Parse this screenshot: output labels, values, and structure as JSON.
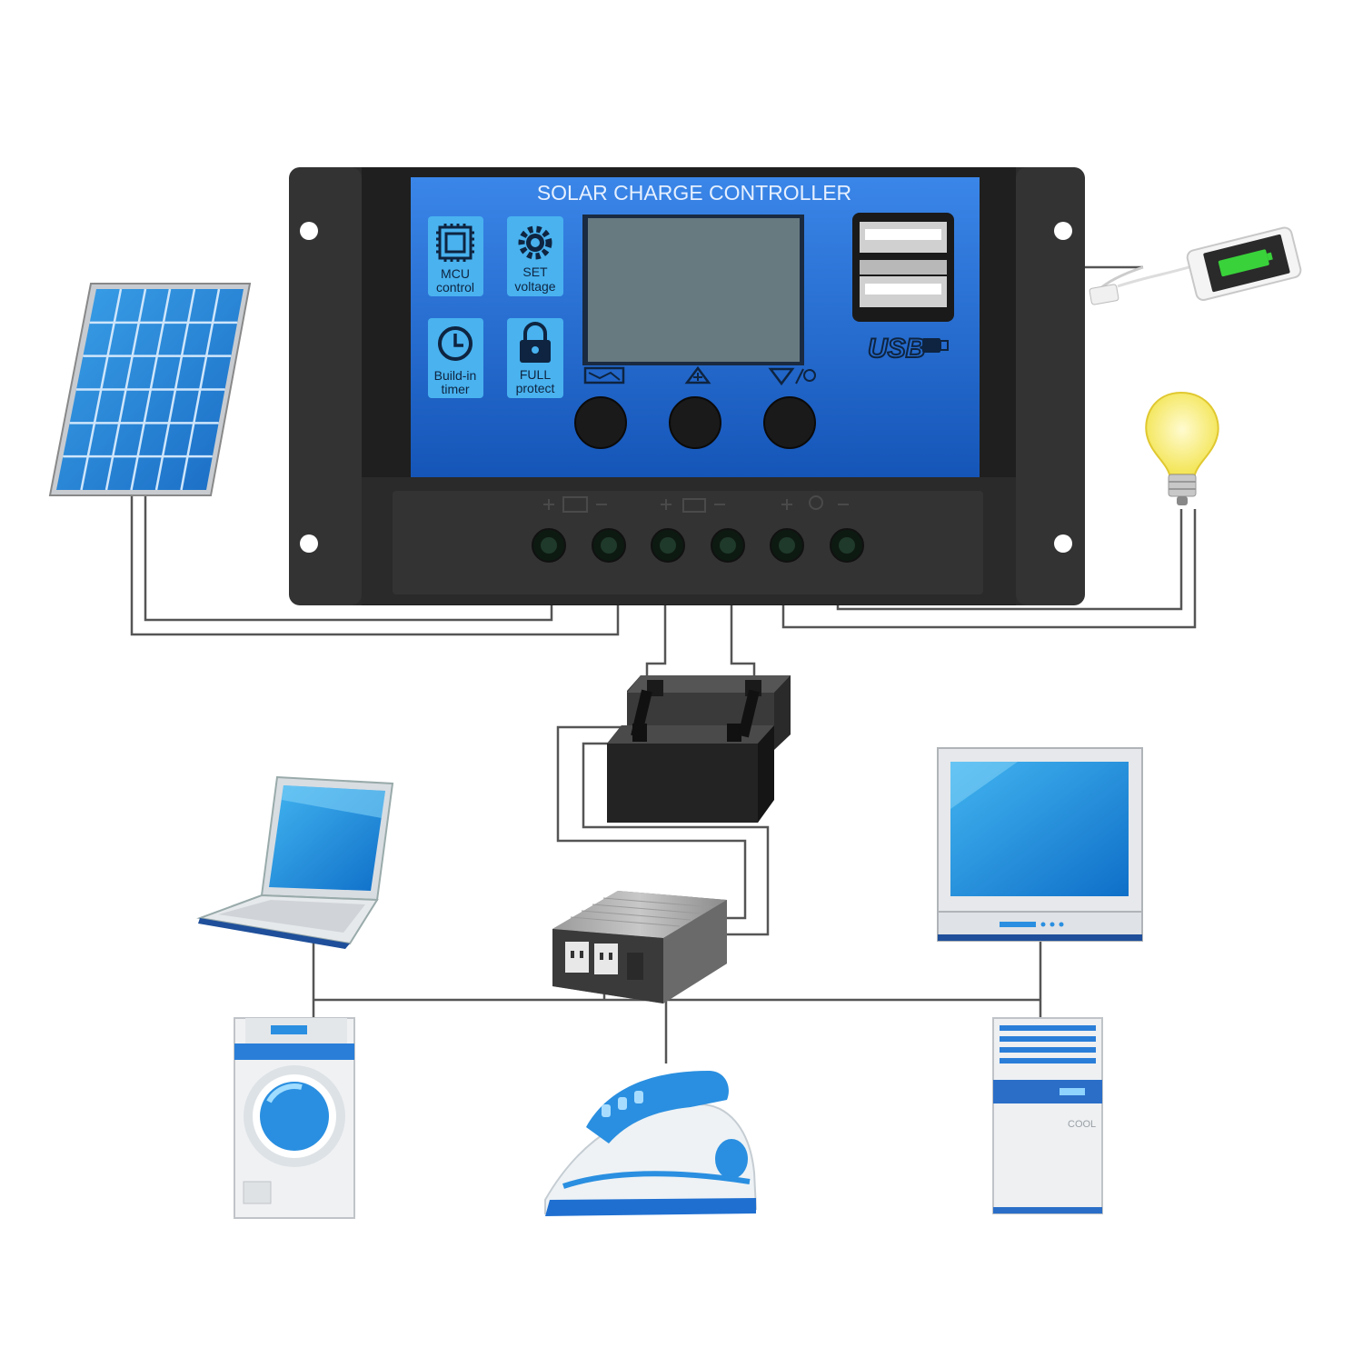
{
  "controller": {
    "title": "SOLAR CHARGE CONTROLLER",
    "features": [
      {
        "line1": "MCU",
        "line2": "control",
        "icon": "chip-icon"
      },
      {
        "line1": "SET",
        "line2": "voltage",
        "icon": "gear-icon"
      },
      {
        "line1": "Build-in",
        "line2": "timer",
        "icon": "clock-icon"
      },
      {
        "line1": "FULL",
        "line2": "protect",
        "icon": "lock-icon"
      }
    ],
    "usb_label": "USB",
    "buttons": [
      "menu-button",
      "up-button",
      "down-button"
    ],
    "terminals": [
      "solar-positive",
      "solar-negative",
      "battery-positive",
      "battery-negative",
      "load-positive",
      "load-negative"
    ]
  },
  "devices": {
    "ac_label": "COOL"
  },
  "colors": {
    "panel_blue": "#1f6fd6",
    "housing": "#2c2c2c",
    "lcd": "#667a80",
    "wire": "#555555",
    "appliance_blue": "#2a8fe0"
  }
}
